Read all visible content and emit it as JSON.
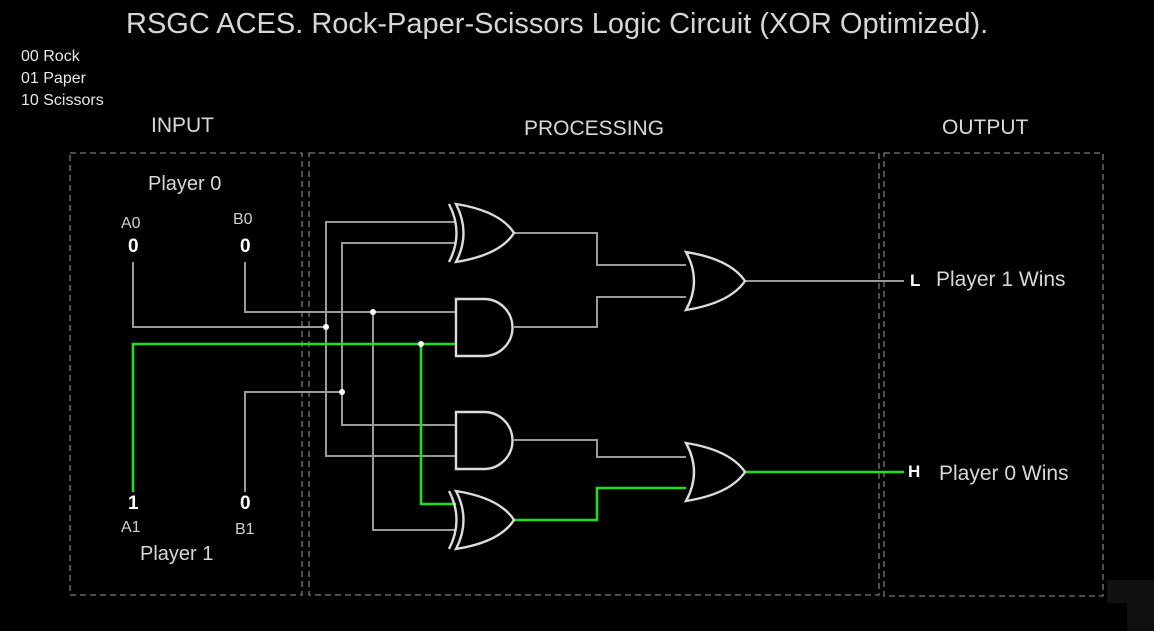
{
  "title": "RSGC ACES. Rock-Paper-Scissors Logic Circuit (XOR Optimized).",
  "legend": [
    "00 Rock",
    "01 Paper",
    "10 Scissors"
  ],
  "sections": {
    "input": "INPUT",
    "processing": "PROCESSING",
    "output": "OUTPUT"
  },
  "players": {
    "p0": "Player 0",
    "p1": "Player 1"
  },
  "inputs": {
    "a0": {
      "label": "A0",
      "value": "0"
    },
    "b0": {
      "label": "B0",
      "value": "0"
    },
    "a1": {
      "label": "A1",
      "value": "1"
    },
    "b1": {
      "label": "B1",
      "value": "0"
    }
  },
  "outputs": {
    "l": {
      "label": "L",
      "text": "Player 1 Wins",
      "state": "low"
    },
    "h": {
      "label": "H",
      "text": "Player 0 Wins",
      "state": "high"
    }
  },
  "colors": {
    "wire": "#9a9a9a",
    "active": "#22dd22",
    "background": "#000000",
    "box": "#7a7a7a"
  }
}
